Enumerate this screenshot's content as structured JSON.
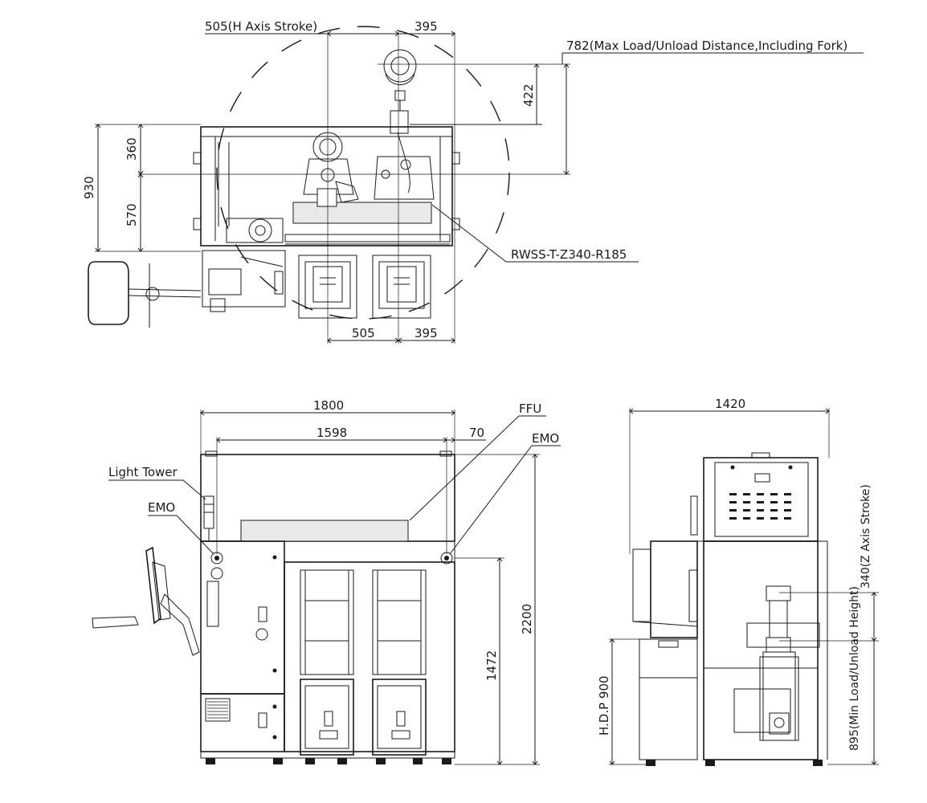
{
  "top_view": {
    "dim_h_stroke": "505(H Axis Stroke)",
    "dim_top_395": "395",
    "dim_max_load": "782(Max Load/Unload Distance,Including Fork)",
    "dim_422": "422",
    "dim_930": "930",
    "dim_360": "360",
    "dim_570": "570",
    "model_label": "RWSS-T-Z340-R185",
    "dim_bottom_505": "505",
    "dim_bottom_395": "395"
  },
  "front_view": {
    "dim_1800": "1800",
    "dim_1598": "1598",
    "dim_70": "70",
    "ffu_label": "FFU",
    "emo_right_label": "EMO",
    "light_tower_label": "Light Tower",
    "emo_left_label": "EMO",
    "dim_2200": "2200",
    "dim_1472": "1472"
  },
  "side_view": {
    "dim_1420": "1420",
    "dim_z_stroke": "340(Z Axis Stroke)",
    "dim_hdp": "H.D.P 900",
    "dim_min_load": "895(Min Load/Unload Height)"
  }
}
